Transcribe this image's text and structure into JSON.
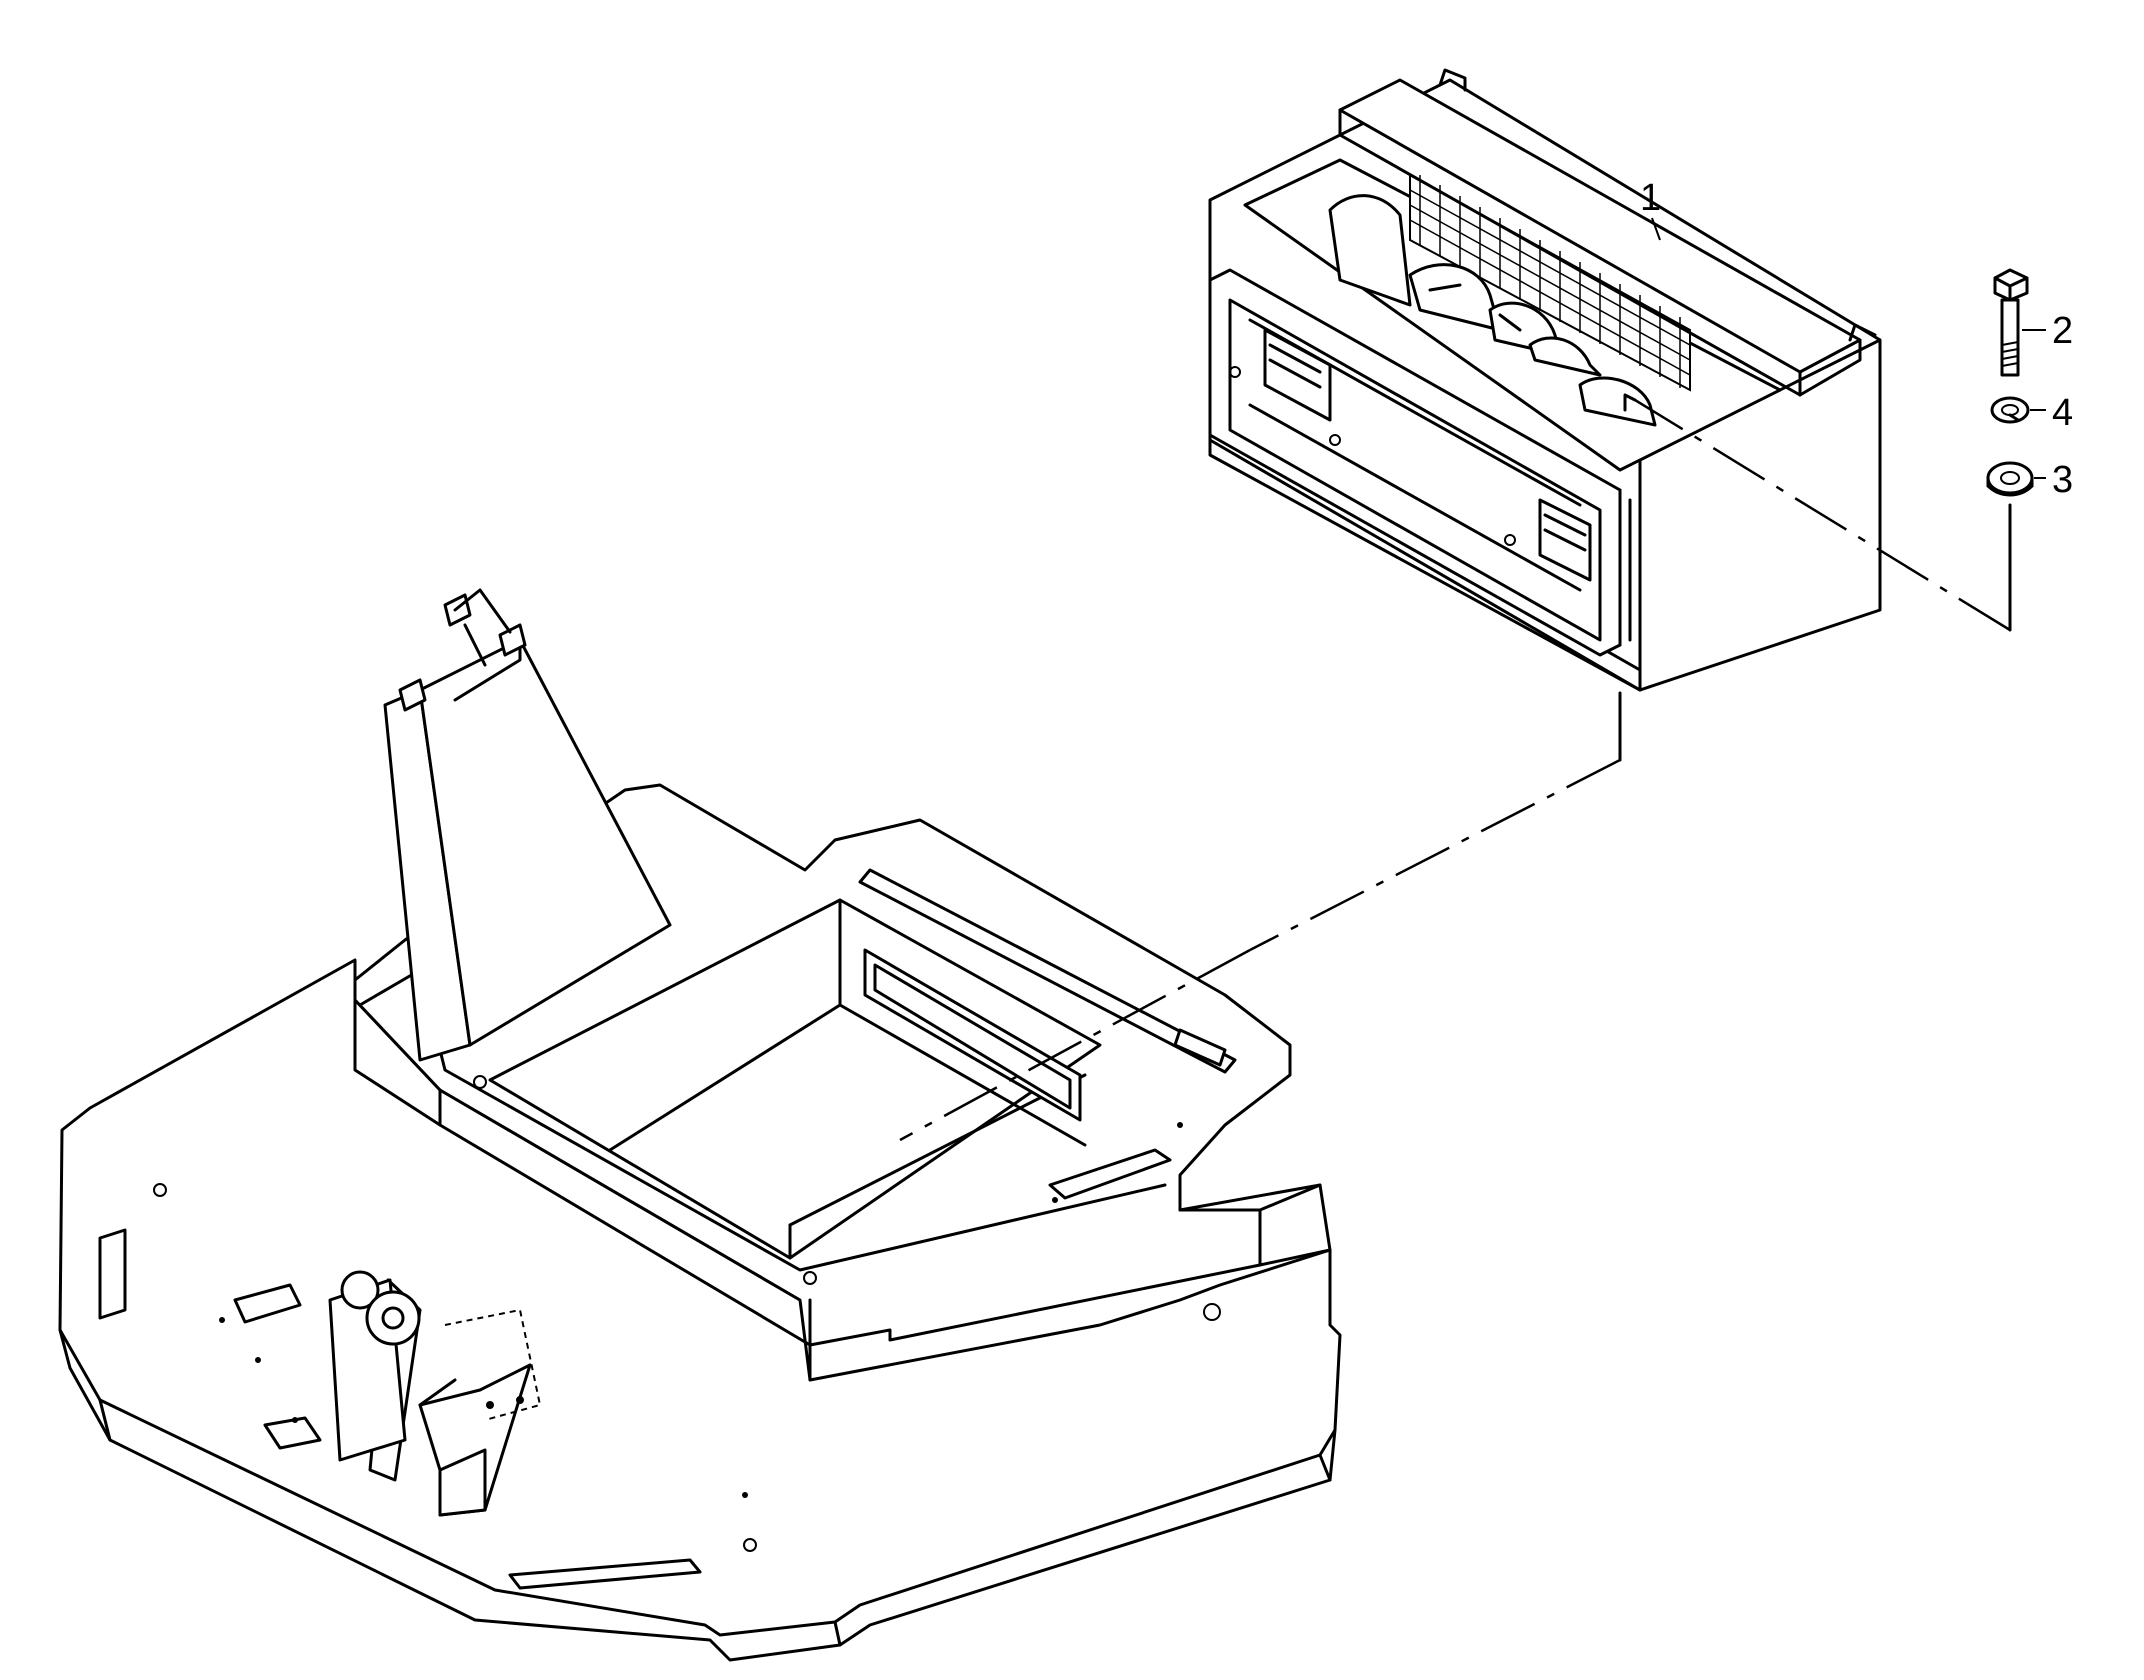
{
  "callouts": [
    {
      "id": "part-1",
      "label": "1"
    },
    {
      "id": "part-2",
      "label": "2"
    },
    {
      "id": "part-3",
      "label": "3"
    },
    {
      "id": "part-4",
      "label": "4"
    }
  ]
}
